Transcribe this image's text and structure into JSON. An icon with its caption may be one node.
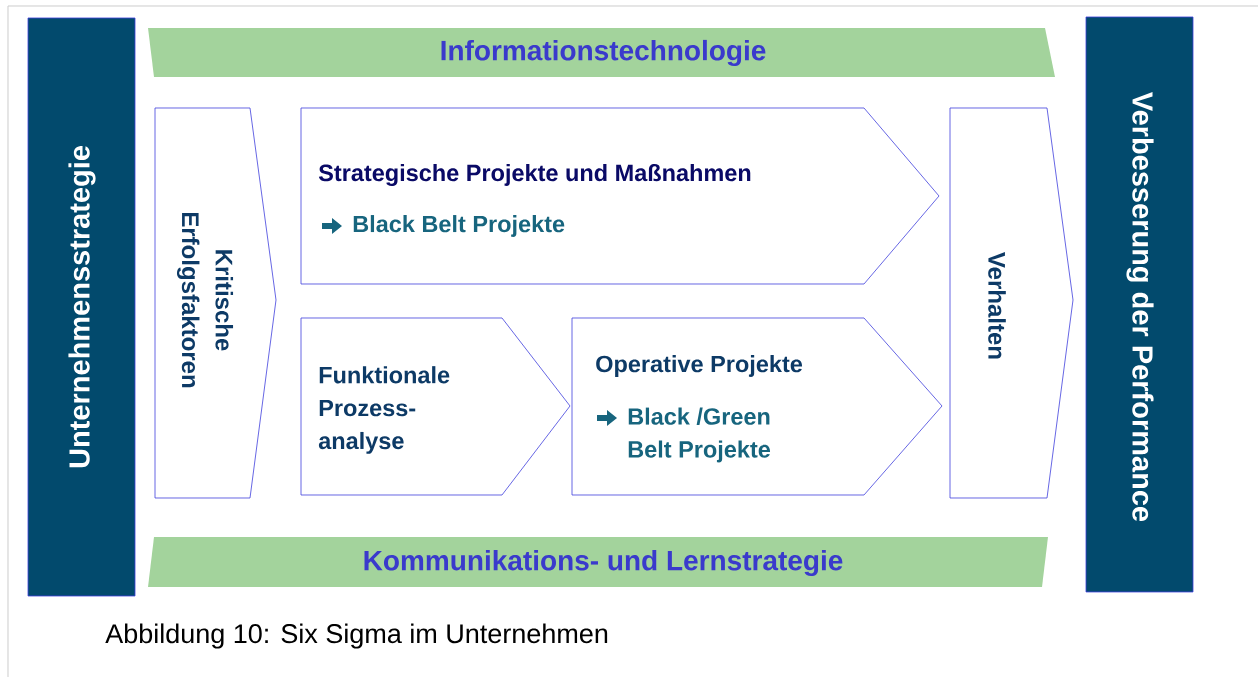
{
  "diagram": {
    "caption": "Abbildung 10: Six Sigma im Unternehmen",
    "nodes": [
      {
        "text": [
          "Unternehmensstrategie"
        ]
      },
      {
        "text": [
          "Informationstechnologie"
        ]
      },
      {
        "text": [
          "Kritische Erfolgsfaktoren"
        ]
      },
      {
        "text": [
          "Strategische Projekte und Maßnahmen",
          "Black Belt Projekte"
        ]
      },
      {
        "text": [
          "Funktionale Prozess- analyse"
        ]
      },
      {
        "text": [
          "Operative Projekte",
          "Black /Green Belt Projekte"
        ]
      },
      {
        "text": [
          "Verhalten"
        ]
      },
      {
        "text": [
          "Kommunikations- und Lernstrategie"
        ]
      },
      {
        "text": [
          "Verbesserung der Performance"
        ]
      }
    ]
  }
}
